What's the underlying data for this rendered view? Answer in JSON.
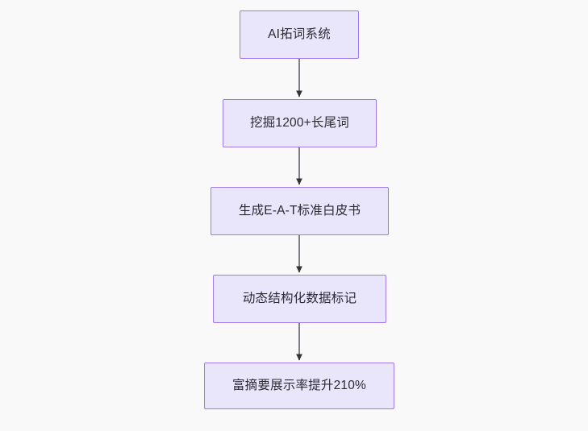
{
  "diagram": {
    "type": "flowchart",
    "direction": "top-to-bottom",
    "background_color": "#f9f9f9",
    "node_fill_color": "#e9e5fb",
    "node_border_color": "#9f7aea",
    "node_text_color": "#2b2b33",
    "edge_color": "#7f7f85",
    "arrowhead_color": "#333333",
    "nodes": [
      {
        "id": "n0",
        "label": "AI拓词系统"
      },
      {
        "id": "n1",
        "label": "挖掘1200+长尾词"
      },
      {
        "id": "n2",
        "label": "生成E-A-T标准白皮书"
      },
      {
        "id": "n3",
        "label": "动态结构化数据标记"
      },
      {
        "id": "n4",
        "label": "富摘要展示率提升210%"
      }
    ],
    "edges": [
      {
        "from": "n0",
        "to": "n1"
      },
      {
        "from": "n1",
        "to": "n2"
      },
      {
        "from": "n2",
        "to": "n3"
      },
      {
        "from": "n3",
        "to": "n4"
      }
    ]
  }
}
